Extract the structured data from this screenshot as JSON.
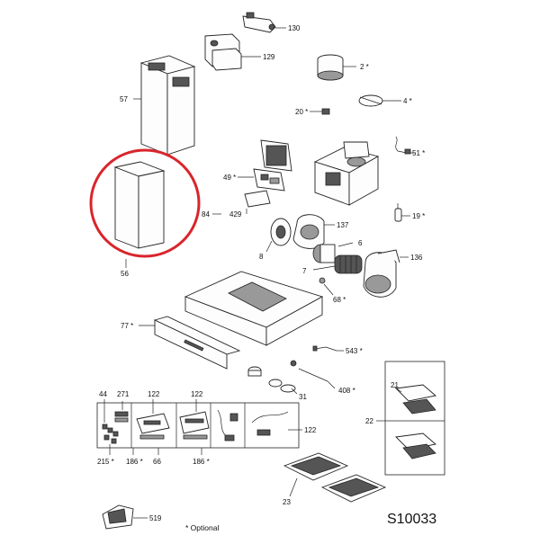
{
  "diagram": {
    "code": "S10033",
    "note": "* Optional",
    "highlight_color": "#d9252b",
    "labels": {
      "p130": "130",
      "p129": "129",
      "p2": "2 *",
      "p57": "57",
      "p4": "4 *",
      "p20": "20 *",
      "p51": "51 *",
      "p49": "49 *",
      "p429": "429",
      "p84": "84",
      "p19": "19 *",
      "p137": "137",
      "p8": "8",
      "p6": "6",
      "p136": "136",
      "p7": "7",
      "p56": "56",
      "p68": "68 *",
      "p77": "77 *",
      "p543": "543 *",
      "p408": "408 *",
      "p31": "31",
      "p44": "44",
      "p271": "271",
      "p122a": "122",
      "p122b": "122",
      "p122c": "122",
      "p21": "21",
      "p22": "22",
      "p215": "215 *",
      "p186a": "186 *",
      "p66": "66",
      "p186b": "186 *",
      "p23": "23",
      "p519": "519"
    }
  }
}
